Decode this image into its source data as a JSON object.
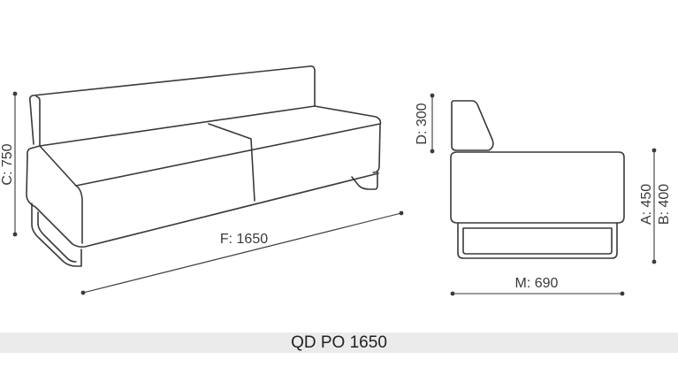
{
  "dimensions": {
    "height_total": "C: 750",
    "backrest_height": "D: 300",
    "length": "F: 1650",
    "depth": "M: 690",
    "armrest_height": "A: 450",
    "seat_height": "B: 400"
  },
  "model_code": "QD PO 1650",
  "colors": {
    "line": "#3a3a3a",
    "footer_bg": "#ebebeb"
  }
}
